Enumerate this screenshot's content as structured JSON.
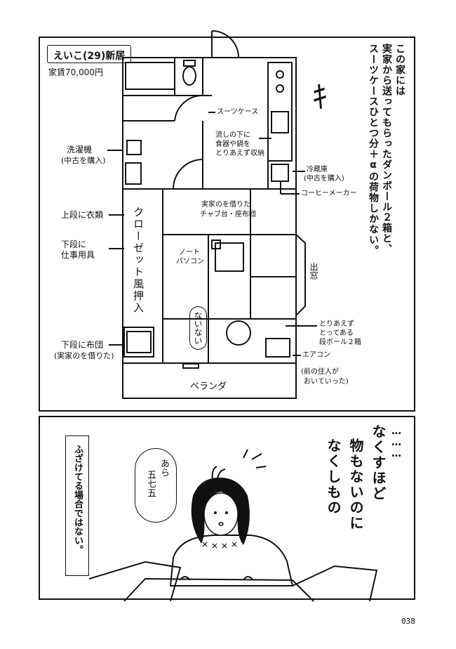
{
  "panel1": {
    "title": "えいこ(29)新居",
    "rent": "家賃70,000円",
    "narration": [
      "この家には",
      "実家から送ってもらったダンボール２箱と、",
      "スーツケースひとつ分＋αの荷物しかない。"
    ],
    "compass": "ｷ",
    "labels": {
      "suitcase": "スーツケース",
      "sink_line1": "流しの下に",
      "sink_line2": "食器や鍋を",
      "sink_line3": "とりあえず収納",
      "fridge_line1": "冷蔵庫",
      "fridge_line2": "(中古を購入)",
      "coffee": "コーヒーメーカー",
      "washer_line1": "洗濯機",
      "washer_line2": "(中古を購入)",
      "upper_shelf": "上段に衣類",
      "lower_shelf_line1": "下段に",
      "lower_shelf_line2": "仕事用具",
      "closet": "クローゼット風押入",
      "table_line1": "実家のを借りた",
      "table_line2": "チャブ台・座布団",
      "laptop_line1": "ノート",
      "laptop_line2": "パソコン",
      "bay_window": "出窓",
      "nothing": "ないない",
      "boxes_line1": "とりあえず",
      "boxes_line2": "とってある",
      "boxes_line3": "段ボール２箱",
      "futon_line1": "下段に布団",
      "futon_line2": "(実家のを借りた)",
      "aircon": "エアコン",
      "aircon_note_line1": "(前の住人が",
      "aircon_note_line2": "おいていった)",
      "balcony": "ベランダ"
    }
  },
  "panel2": {
    "narration": "ふざけてる場合ではない。",
    "speech": [
      "あら",
      "五七五"
    ],
    "dots": "………",
    "haiku": [
      "なくすほど",
      "物もないのに",
      "なくしもの"
    ]
  },
  "page_number": "038"
}
